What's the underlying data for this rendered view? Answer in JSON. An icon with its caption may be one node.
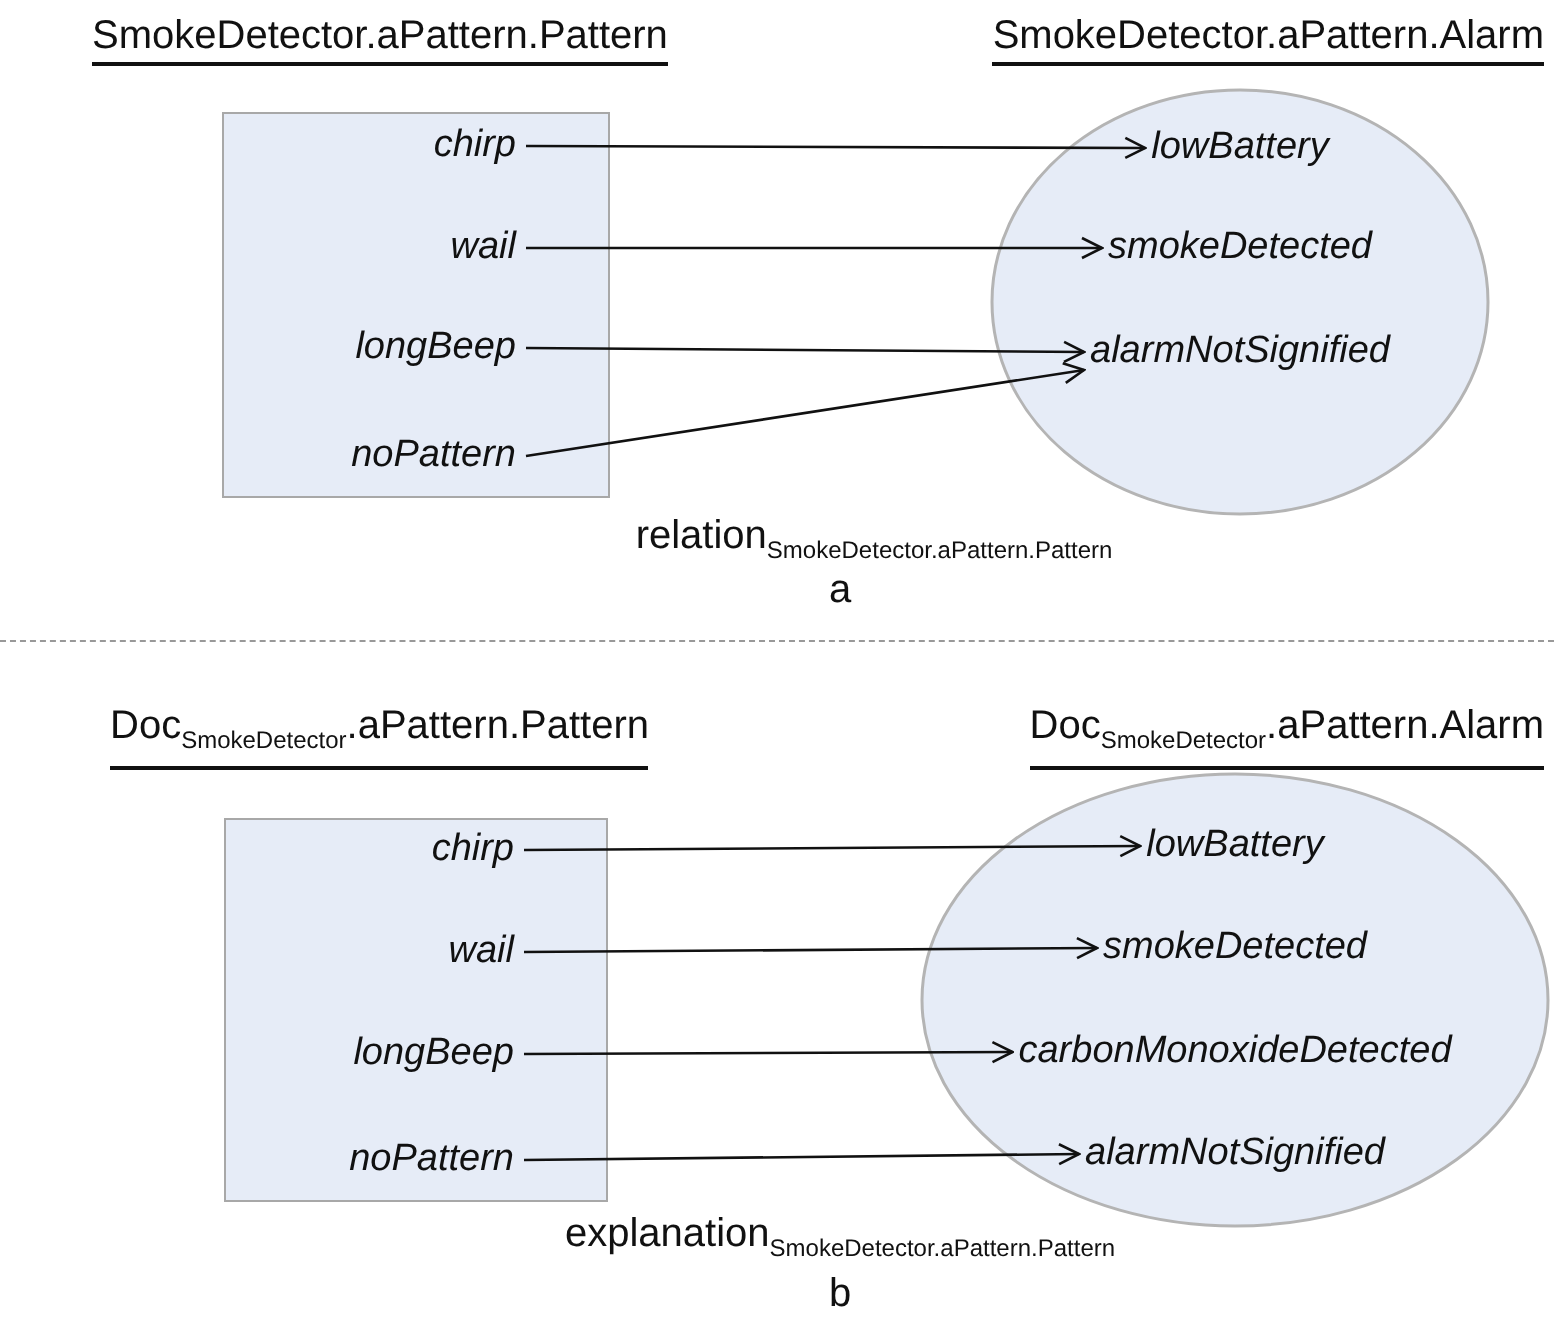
{
  "diagram": {
    "nodes": [
      {
        "text": [
          "SmokeDetector.aPattern.Pattern"
        ]
      },
      {
        "text": [
          "chirp"
        ],
        "in": 0
      },
      {
        "text": [
          "wail"
        ],
        "in": 0
      },
      {
        "text": [
          "longBeep"
        ],
        "in": 0
      },
      {
        "text": [
          "noPattern"
        ],
        "in": 0
      },
      {
        "text": [
          "SmokeDetector.aPattern.Alarm"
        ]
      },
      {
        "text": [
          "lowBattery"
        ],
        "in": 5
      },
      {
        "text": [
          "smokeDetected"
        ],
        "in": 5
      },
      {
        "text": [
          "alarmNotSignified"
        ],
        "in": 5
      },
      {
        "text": [
          "Doc$_{SmokeDetector}$.aPattern.Pattern"
        ]
      },
      {
        "text": [
          "chirp"
        ],
        "in": 9
      },
      {
        "text": [
          "wail"
        ],
        "in": 9
      },
      {
        "text": [
          "longBeep"
        ],
        "in": 9
      },
      {
        "text": [
          "noPattern"
        ],
        "in": 9
      },
      {
        "text": [
          "Doc$_{SmokeDetector}$.aPattern.Alarm"
        ]
      },
      {
        "text": [
          "lowBattery"
        ],
        "in": 14
      },
      {
        "text": [
          "smokeDetected"
        ],
        "in": 14
      },
      {
        "text": [
          "carbonMonoxideDetected"
        ],
        "in": 14
      },
      {
        "text": [
          "alarmNotSignified"
        ],
        "in": 14
      }
    ],
    "edges": [
      {
        "from": 1,
        "to": 6,
        "arrow": "to"
      },
      {
        "from": 2,
        "to": 7,
        "arrow": "to"
      },
      {
        "from": 3,
        "to": 8,
        "arrow": "to"
      },
      {
        "from": 4,
        "to": 8,
        "arrow": "to"
      },
      {
        "from": 10,
        "to": 15,
        "arrow": "to"
      },
      {
        "from": 11,
        "to": 16,
        "arrow": "to"
      },
      {
        "from": 12,
        "to": 17,
        "arrow": "to"
      },
      {
        "from": 13,
        "to": 18,
        "arrow": "to"
      }
    ],
    "labels": [
      "relation$_{SmokeDetector.aPattern.Pattern}$",
      "a",
      "explanation$_{SmokeDetector.aPattern.Pattern}$",
      "b"
    ]
  }
}
